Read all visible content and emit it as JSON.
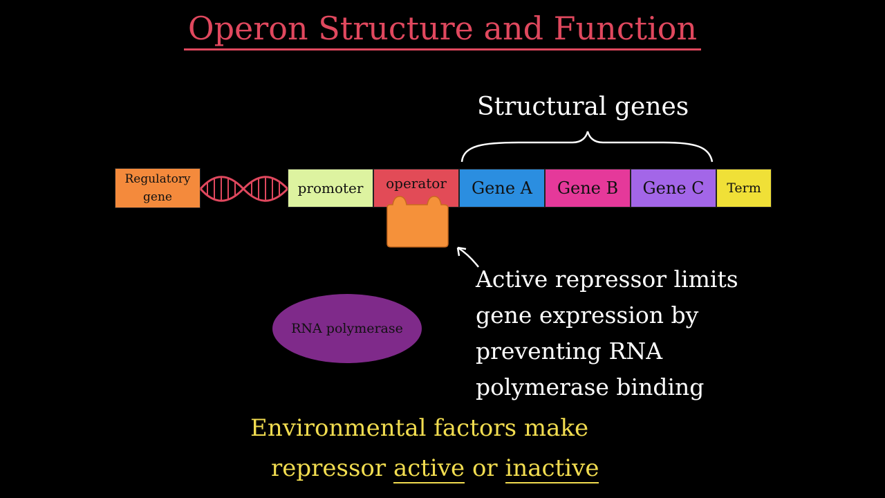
{
  "title": "Operon Structure and Function",
  "structural_genes_label": "Structural genes",
  "segments": {
    "regulatory_gene": "Regulatory gene",
    "promoter": "promoter",
    "operator": "operator",
    "gene_a": "Gene A",
    "gene_b": "Gene B",
    "gene_c": "Gene C",
    "term": "Term"
  },
  "rna_polymerase": "RNA polymerase",
  "description_lines": [
    "Active repressor limits",
    "gene expression by",
    "preventing RNA",
    "polymerase binding"
  ],
  "environment": {
    "line1": "Environmental factors make",
    "line2_prefix": "repressor",
    "active": "active",
    "or": "or",
    "inactive": "inactive"
  },
  "colors": {
    "title": "#e0485e",
    "regulatory_gene": "#f48a3c",
    "promoter": "#ddf3a0",
    "operator": "#e24b57",
    "gene_a": "#2b8ee0",
    "gene_b": "#e5399a",
    "gene_c": "#a366e8",
    "term": "#f0e037",
    "repressor": "#f5913a",
    "rna_polymerase": "#7f2a8a",
    "environment_text": "#f2dd50"
  }
}
